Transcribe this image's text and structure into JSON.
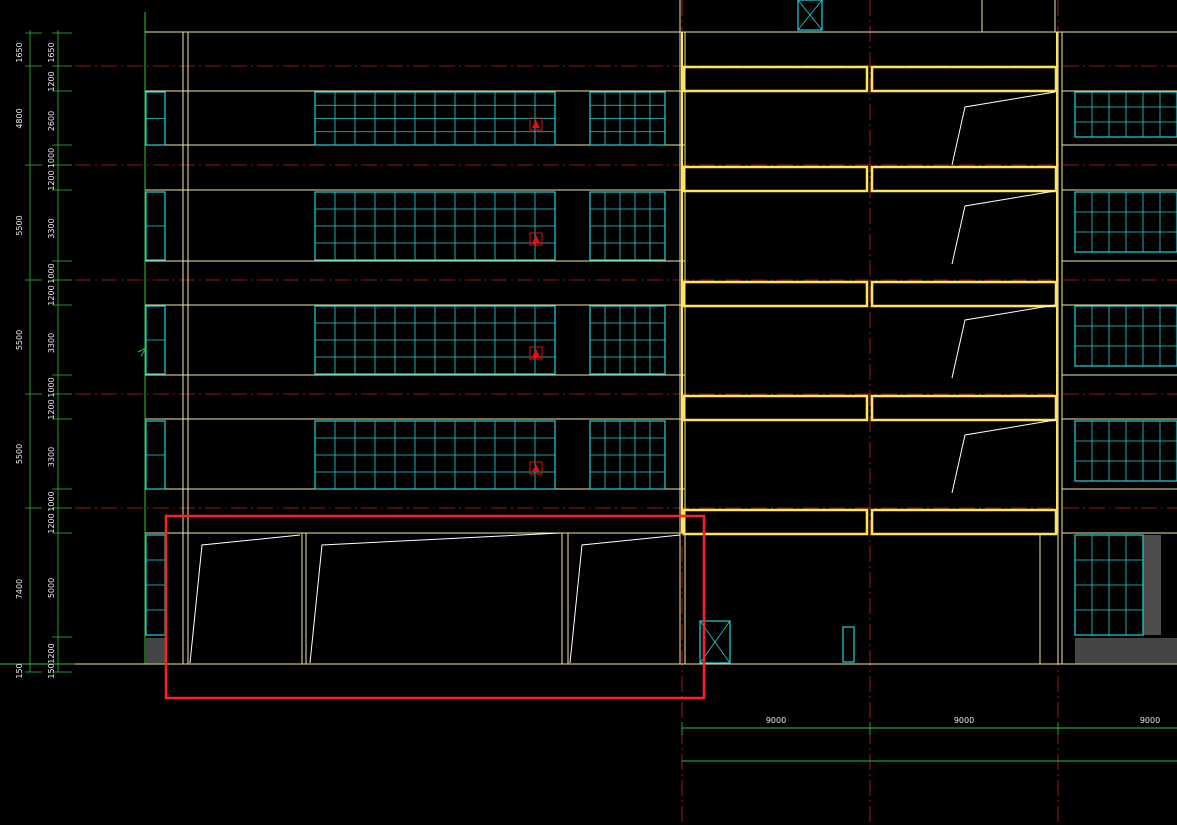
{
  "colors": {
    "background": "#000000",
    "axis_line": "#c81e1e",
    "dimension_line": "#2fbf3a",
    "outline": "#f3e6a0",
    "slab_highlight": "#ffe35a",
    "window": "#22d3d8",
    "annotation_box": "#ff2020",
    "marker": "#e01010",
    "text": "#e8e8e8"
  },
  "dimensions": {
    "left_inner": [
      "1650",
      "1200",
      "2600",
      "1000",
      "1200",
      "3300",
      "1000",
      "1200",
      "3300",
      "1000",
      "1200",
      "3300",
      "1000",
      "1200",
      "5000",
      "1200",
      "150"
    ],
    "left_outer": [
      "1650",
      "4800",
      "5500",
      "5500",
      "5500",
      "7400",
      "150"
    ],
    "bottom": [
      "9000",
      "9000",
      "9000"
    ]
  },
  "icons": {
    "marker": "red-triangle-marker-icon",
    "axis_tick": "axis-tick-icon"
  },
  "annotation": {
    "highlight": "red-highlight-box"
  }
}
